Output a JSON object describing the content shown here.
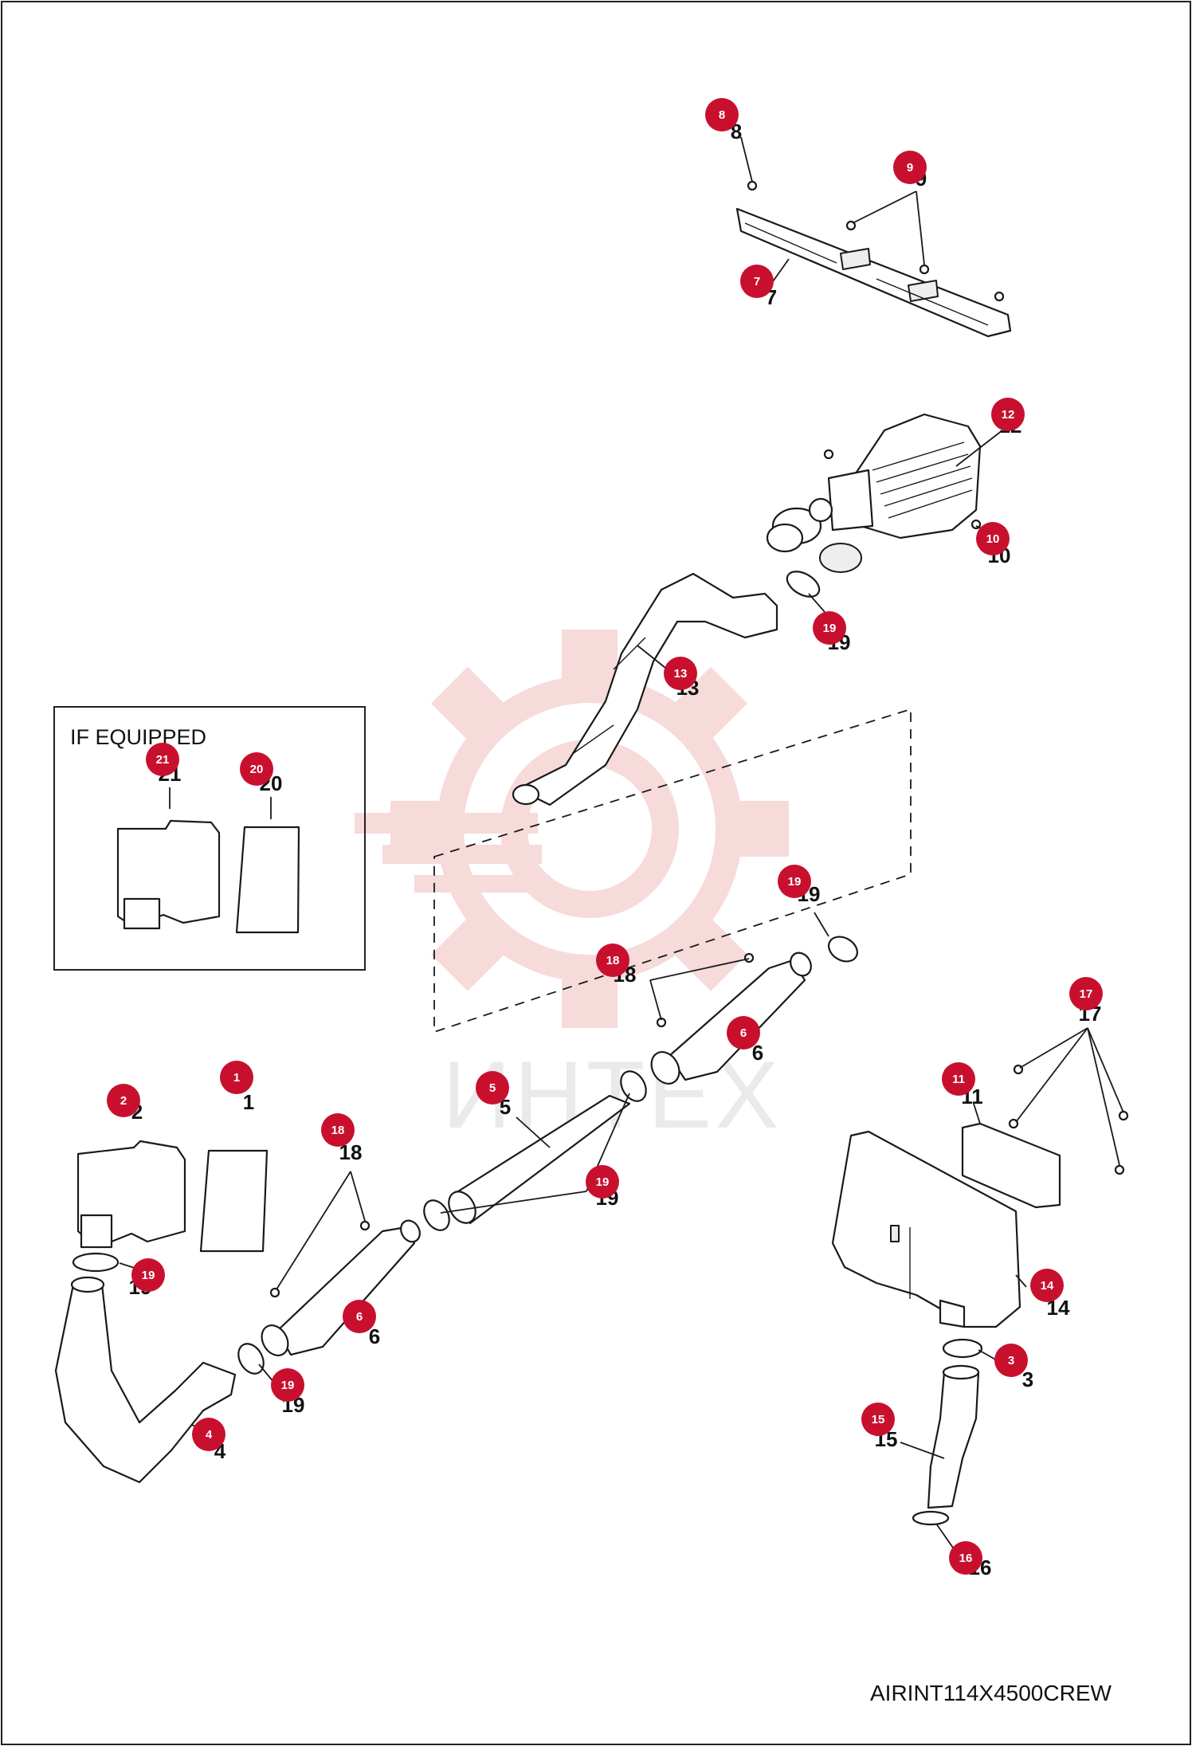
{
  "watermark": {
    "text": "ИНТЕХ",
    "color": "#f2bcbc"
  },
  "colors": {
    "badge": "#c8102e",
    "line": "#1a1a1a",
    "frame": "#222222"
  },
  "inset": {
    "title": "IF EQUIPPED"
  },
  "drawing_id": "AIRINT114X4500CREW",
  "callouts": [
    {
      "id": "c8",
      "num": "8"
    },
    {
      "id": "c9",
      "num": "9"
    },
    {
      "id": "c7",
      "num": "7"
    },
    {
      "id": "c12",
      "num": "12"
    },
    {
      "id": "c10",
      "num": "10"
    },
    {
      "id": "c19a",
      "num": "19"
    },
    {
      "id": "c13",
      "num": "13"
    },
    {
      "id": "c21",
      "num": "21"
    },
    {
      "id": "c20",
      "num": "20"
    },
    {
      "id": "c19b",
      "num": "19"
    },
    {
      "id": "c18a",
      "num": "18"
    },
    {
      "id": "c6a",
      "num": "6"
    },
    {
      "id": "c17",
      "num": "17"
    },
    {
      "id": "c1",
      "num": "1"
    },
    {
      "id": "c2",
      "num": "2"
    },
    {
      "id": "c5",
      "num": "5"
    },
    {
      "id": "c11",
      "num": "11"
    },
    {
      "id": "c18b",
      "num": "18"
    },
    {
      "id": "c19c",
      "num": "19"
    },
    {
      "id": "c19d",
      "num": "19"
    },
    {
      "id": "c14",
      "num": "14"
    },
    {
      "id": "c6b",
      "num": "6"
    },
    {
      "id": "c3",
      "num": "3"
    },
    {
      "id": "c19e",
      "num": "19"
    },
    {
      "id": "c15",
      "num": "15"
    },
    {
      "id": "c4",
      "num": "4"
    },
    {
      "id": "c16",
      "num": "16"
    }
  ]
}
